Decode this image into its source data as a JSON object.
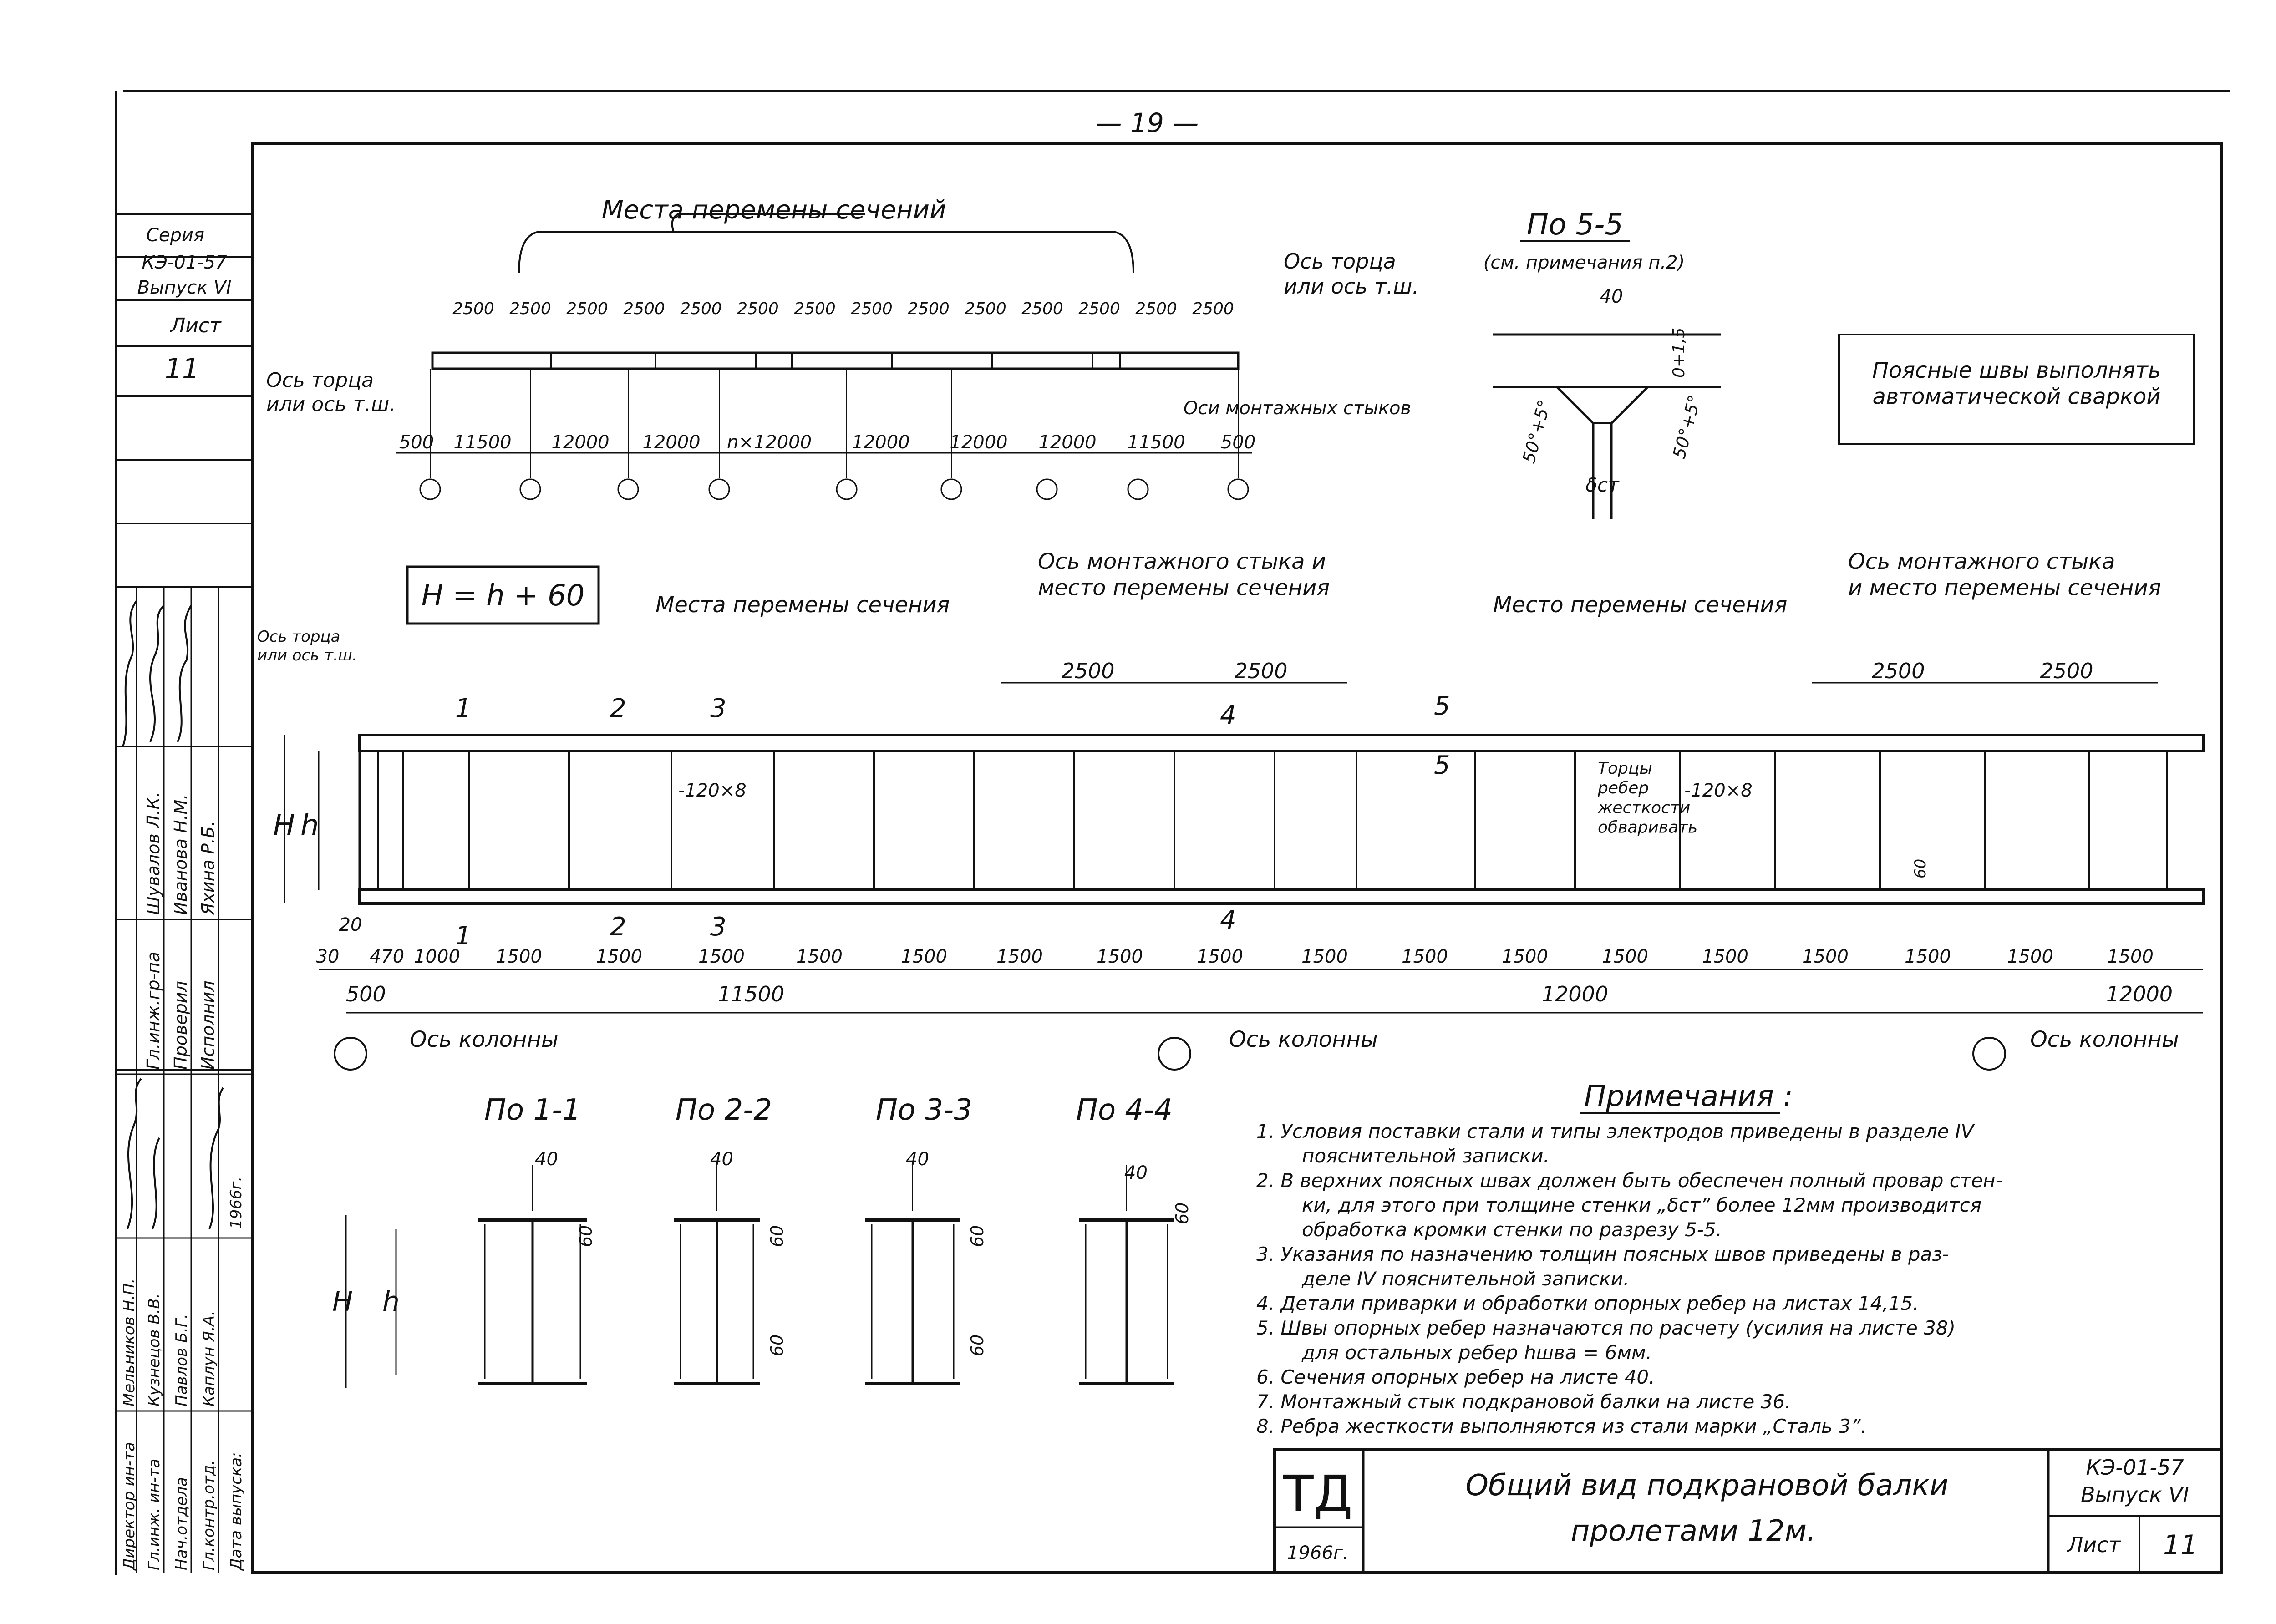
{
  "page_number": "— 19 —",
  "side_stamp": {
    "series_label": "Серия",
    "series_code": "КЭ-01-57",
    "issue": "Выпуск VI",
    "sheet_label": "Лист",
    "sheet_number": "11",
    "roles": [
      "Гл.инж.гр-па",
      "Проверил",
      "Исполнил"
    ],
    "names": [
      "Шувалов Л.К.",
      "Иванова Н.М.",
      "Яхина Р.Б."
    ],
    "approval_roles": [
      "Директор ин-та",
      "Гл.инж. ин-та",
      "Нач.отдела",
      "Гл.контр.отд.",
      "Дата выпуска:"
    ],
    "approval_names": [
      "Мельников Н.П.",
      "Кузнецов В.В.",
      "Павлов Б.Г.",
      "Каплун Я.А."
    ],
    "year": "1966г."
  },
  "top_plan": {
    "title": "Места перемены сечений",
    "end_axis": "Ось торца\nили ось т.ш.",
    "end_axis_left": "Ось торца\nили ось т.ш.",
    "joint_axes": "Оси монтажных стыков",
    "offsets": [
      "2500",
      "2500",
      "2500",
      "2500",
      "2500",
      "2500",
      "2500",
      "2500",
      "2500",
      "2500",
      "2500",
      "2500",
      "2500",
      "2500"
    ],
    "spans": [
      "500",
      "11500",
      "12000",
      "12000",
      "n×12000",
      "12000",
      "12000",
      "12000",
      "11500",
      "500"
    ]
  },
  "section_5_5": {
    "title": "По 5-5",
    "note": "(см. примечания п.2)",
    "dim_40": "40",
    "dim_gap": "0+1,5",
    "angle_left": "50°+5°",
    "angle_right": "50°+5°",
    "thickness": "δст"
  },
  "welding_box": "Поясные швы выполнять\nавтоматической сваркой",
  "formula": "H = h + 60",
  "elevation": {
    "change_left": "Места перемены сечения",
    "joint_mid": "Ось монтажного стыка и\nместо перемены сечения",
    "change_right": "Место перемены сечения",
    "joint_right": "Ось монтажного стыка\nи место перемены сечения",
    "end_axis": "Ось торца\nили ось т.ш.",
    "dim_2500": [
      "2500",
      "2500",
      "2500",
      "2500"
    ],
    "label_H": "H",
    "label_h": "h",
    "rib_size_1": "-120×8",
    "rib_size_2": "-120×8",
    "rib_note": "Торцы\nребер\nжесткости\nобваривать",
    "dim_60": "60",
    "section_marks": [
      "1",
      "2",
      "3",
      "4",
      "5"
    ],
    "bottom_dims": [
      "30",
      "20",
      "470",
      "1000",
      "1500",
      "1500",
      "1500",
      "1500",
      "1500",
      "1500",
      "1500",
      "1500",
      "1500",
      "1500",
      "1500",
      "1500",
      "1500",
      "1500",
      "1500",
      "1500",
      "1500"
    ],
    "overall": [
      "500",
      "11500",
      "12000",
      "12000"
    ],
    "column_axis": "Ось колонны"
  },
  "sections": [
    {
      "title": "По 1-1",
      "dim": "40",
      "dim2": "60",
      "H": "H",
      "h": "h"
    },
    {
      "title": "По 2-2",
      "dim": "40",
      "dim2": "60",
      "dim3": "60"
    },
    {
      "title": "По 3-3",
      "dim": "40",
      "dim2": "60",
      "dim3": "60"
    },
    {
      "title": "По 4-4",
      "dim": "40",
      "dim2": "60"
    }
  ],
  "notes": {
    "title": "Примечания :",
    "items": [
      "1. Условия поставки стали и типы электродов приведены в разделе IV",
      "пояснительной записки.",
      "2. В верхних поясных швах должен быть обеспечен полный провар стен-",
      "ки, для этого при толщине стенки „δст” более 12мм производится",
      "обработка кромки стенки по разрезу 5-5.",
      "3. Указания по назначению толщин поясных швов приведены в раз-",
      "деле IV пояснительной записки.",
      "4. Детали приварки и обработки опорных ребер на листах 14,15.",
      "5. Швы опорных ребер назначаются по расчету (усилия на листе 38)",
      "для остальных ребер hшва = 6мм.",
      "6. Сечения опорных ребер на листе 40.",
      "7. Монтажный стык подкрановой балки на листе 36.",
      "8. Ребра жесткости выполняются из стали марки „Сталь 3”."
    ]
  },
  "title_block": {
    "logo": "ТД",
    "logo_year": "1966г.",
    "title_line1": "Общий вид подкрановой балки",
    "title_line2": "пролетами 12м.",
    "code": "КЭ-01-57",
    "issue": "Выпуск VI",
    "sheet_label": "Лист",
    "sheet_number": "11"
  }
}
